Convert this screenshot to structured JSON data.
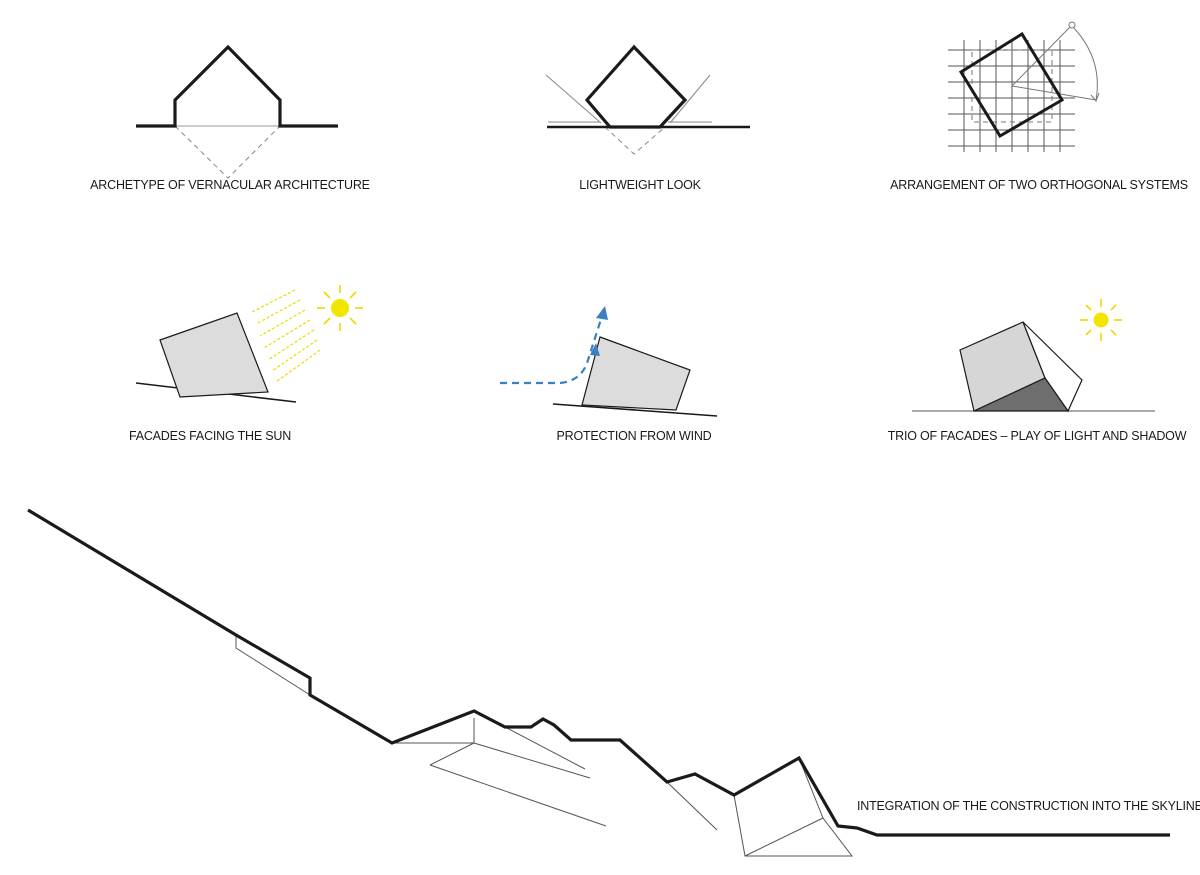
{
  "diagrams": [
    {
      "caption": "ARCHETYPE OF VERNACULAR ARCHITECTURE"
    },
    {
      "caption": "LIGHTWEIGHT LOOK"
    },
    {
      "caption": "ARRANGEMENT OF TWO ORTHOGONAL SYSTEMS"
    },
    {
      "caption": "FACADES FACING THE SUN"
    },
    {
      "caption": "PROTECTION FROM WIND"
    },
    {
      "caption": "TRIO OF FACADES – PLAY OF LIGHT AND SHADOW"
    }
  ],
  "skyline": {
    "caption": "INTEGRATION OF THE CONSTRUCTION INTO THE SKYLINE"
  },
  "colors": {
    "line": "#1a1a1a",
    "sun": "#f2e600",
    "sun_rays": "#f0d800",
    "wind": "#3a7fc4",
    "box": "#dcdcdc",
    "box_dark": "#6e6e6e",
    "box_mid": "#c9c9c9"
  }
}
